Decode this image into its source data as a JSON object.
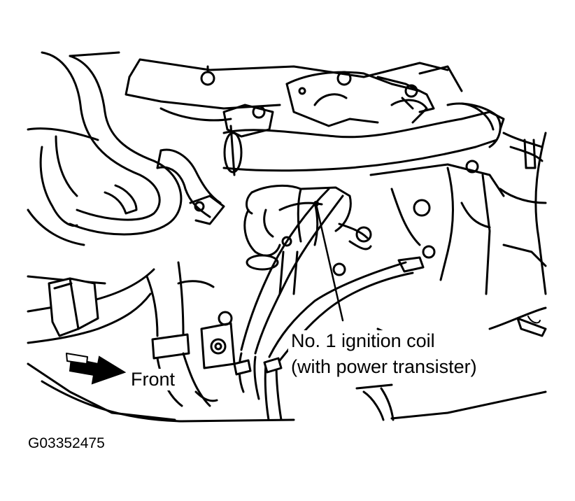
{
  "labels": {
    "component_line1": "No. 1 ignition coil",
    "component_line2": "(with power transister)",
    "direction": "Front",
    "figure_id": "G03352475"
  },
  "icons": {
    "direction_arrow": "front-direction-arrow-icon",
    "leader": "leader-line-icon"
  },
  "colors": {
    "ink": "#000000",
    "paper": "#ffffff"
  }
}
